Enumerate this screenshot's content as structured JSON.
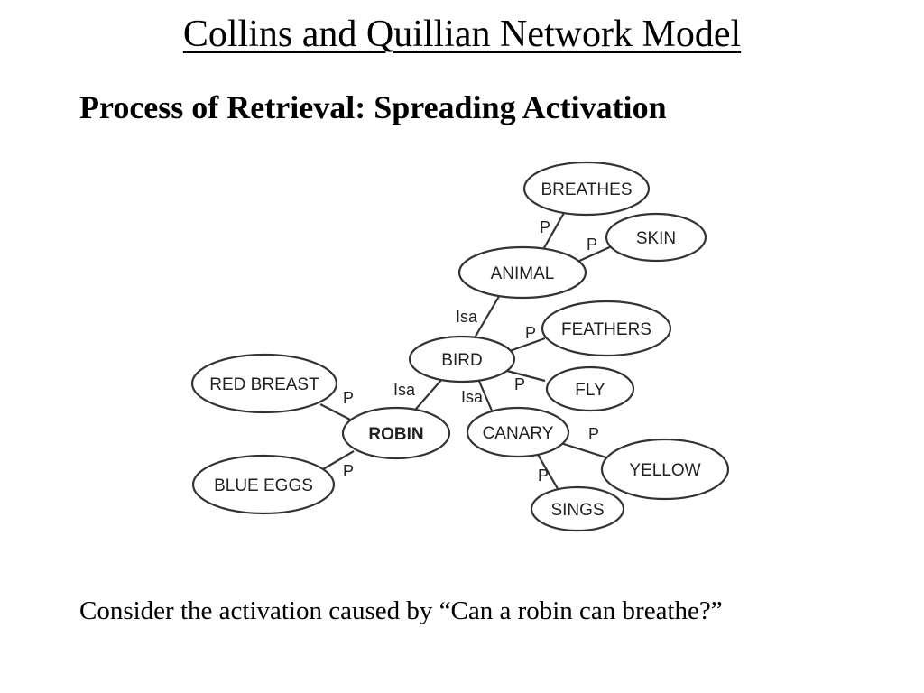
{
  "slide": {
    "title": "Collins and Quillian Network Model",
    "subtitle": "Process of Retrieval: Spreading Activation",
    "caption": "Consider the activation caused by “Can a robin can breathe?”"
  },
  "diagram": {
    "nodes": {
      "breathes": "BREATHES",
      "skin": "SKIN",
      "animal": "ANIMAL",
      "feathers": "FEATHERS",
      "bird": "BIRD",
      "fly": "FLY",
      "red_breast": "RED BREAST",
      "robin": "ROBIN",
      "canary": "CANARY",
      "blue_eggs": "BLUE EGGS",
      "yellow": "YELLOW",
      "sings": "SINGS"
    },
    "edge_labels": {
      "animal_breathes": "P",
      "animal_skin": "P",
      "bird_animal": "Isa",
      "bird_feathers": "P",
      "bird_fly": "P",
      "robin_bird": "Isa",
      "canary_bird": "Isa",
      "robin_red_breast": "P",
      "robin_blue_eggs": "P",
      "canary_yellow": "P",
      "canary_sings": "P"
    }
  }
}
